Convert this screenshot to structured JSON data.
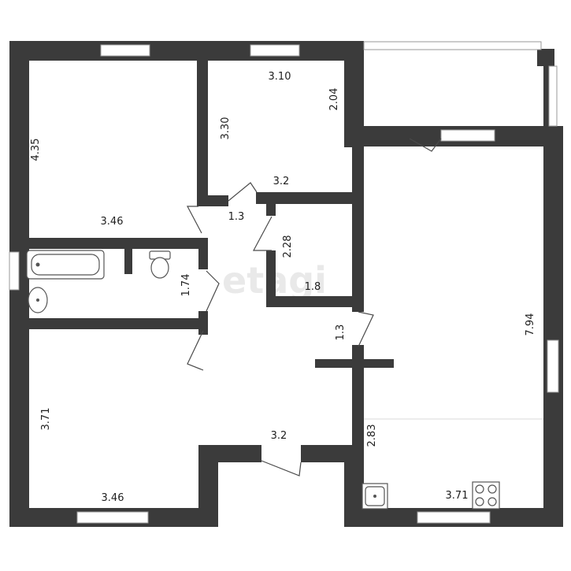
{
  "watermark": "etagi",
  "rooms": {
    "bedroom_top_left": {
      "height": "4.35",
      "width": "3.46"
    },
    "bedroom_top_middle": {
      "top": "3.10",
      "right": "2.04",
      "left": "3.30",
      "bottom": "3.2"
    },
    "hall_upper": {
      "width": "1.3"
    },
    "closet": {
      "height": "2.28",
      "width": "1.8"
    },
    "bathroom": {
      "height": "1.74"
    },
    "bedroom_bottom_left": {
      "height": "3.71",
      "width": "3.46"
    },
    "corridor": {
      "width": "1.3",
      "bottom": "3.2"
    },
    "living_kitchen": {
      "height": "7.94",
      "kitchen_depth": "2.83",
      "width": "3.71"
    }
  },
  "colors": {
    "wall": "#3b3b3b",
    "background": "#ffffff",
    "watermark": "#e9e9e9"
  },
  "icons": [
    "bathtub-icon",
    "sink-icon",
    "toilet-icon",
    "kitchen-sink-icon",
    "stove-icon"
  ]
}
